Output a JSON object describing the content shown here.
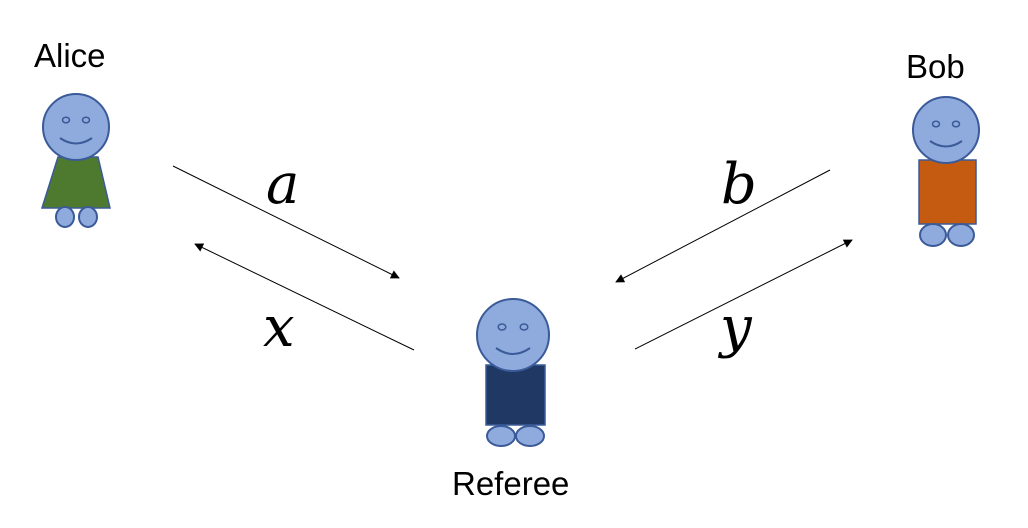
{
  "players": {
    "alice": {
      "name": "Alice",
      "body_color": "#4e7a2f"
    },
    "bob": {
      "name": "Bob",
      "body_color": "#c55a11"
    },
    "referee": {
      "name": "Referee",
      "body_color": "#203864"
    }
  },
  "messages": {
    "to_referee_from_alice": "a",
    "to_alice_from_referee": "x",
    "to_referee_from_bob": "b",
    "to_bob_from_referee": "y"
  },
  "colors": {
    "figure_fill": "#8faadc",
    "figure_stroke": "#3a5a99",
    "arrow": "#000000"
  },
  "icons": [
    "person-figure",
    "arrow"
  ]
}
